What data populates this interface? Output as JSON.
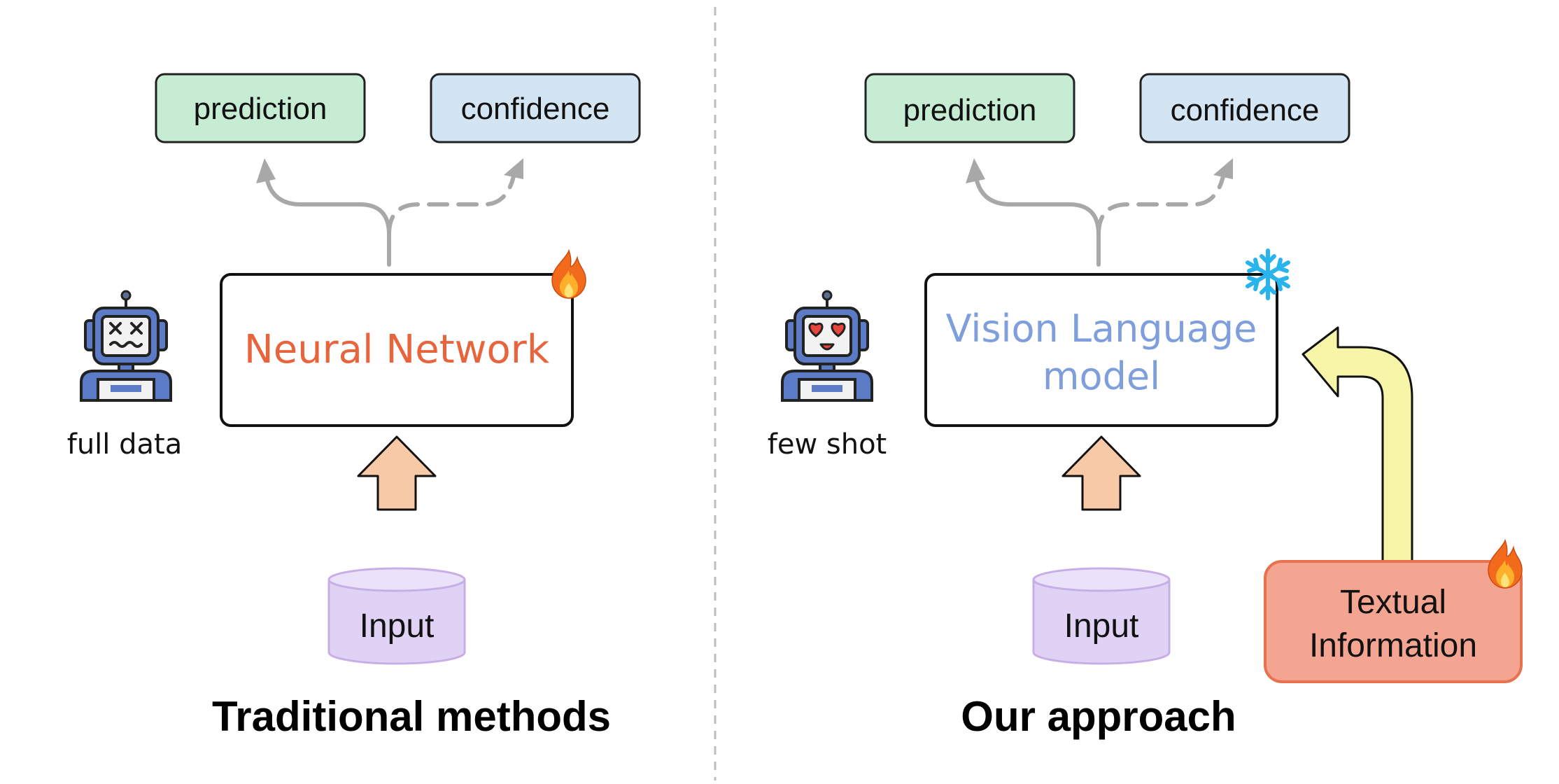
{
  "left_panel": {
    "prediction_label": "prediction",
    "confidence_label": "confidence",
    "model_label": "Neural Network",
    "robot_caption": "full data",
    "input_label": "Input",
    "section_title": "Traditional methods",
    "badge_icon": "fire-icon",
    "robot_icon": "robot-dizzy-icon"
  },
  "right_panel": {
    "prediction_label": "prediction",
    "confidence_label": "confidence",
    "model_label_line1": "Vision Language",
    "model_label_line2": "model",
    "robot_caption": "few shot",
    "input_label": "Input",
    "textual_line1": "Textual",
    "textual_line2": "Information",
    "section_title": "Our approach",
    "badge_icon": "snowflake-icon",
    "textual_badge_icon": "fire-icon",
    "robot_icon": "robot-hearts-icon"
  },
  "colors": {
    "prediction_fill": "#c6ecd4",
    "confidence_fill": "#d3e4f2",
    "neural_text": "#e8643c",
    "vlm_text": "#7e9edc",
    "input_fill": "#e0d2f5",
    "input_arrow": "#f7c9a6",
    "textual_fill": "#f4a592",
    "textual_stroke": "#e8724e",
    "yellow_arrow": "#f7f5a8",
    "connector": "#a8a8a8",
    "snowflake": "#2ab4ee"
  }
}
